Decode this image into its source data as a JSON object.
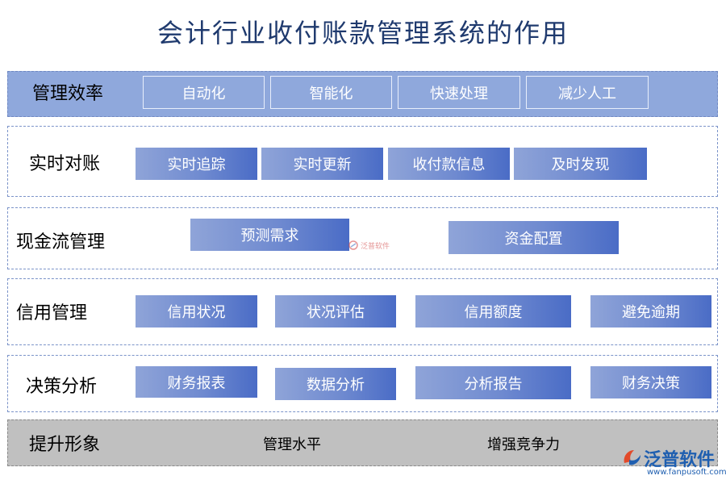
{
  "title": "会计行业收付账款管理系统的作用",
  "rows": [
    {
      "label": "管理效率",
      "items": [
        "自动化",
        "智能化",
        "快速处理",
        "减少人工"
      ]
    },
    {
      "label": "实时对账",
      "items": [
        "实时追踪",
        "实时更新",
        "收付款信息",
        "及时发现"
      ]
    },
    {
      "label": "现金流管理",
      "items": [
        "预测需求",
        "资金配置"
      ]
    },
    {
      "label": "信用管理",
      "items": [
        "信用状况",
        "状况评估",
        "信用额度",
        "避免逾期"
      ]
    },
    {
      "label": "决策分析",
      "items": [
        "财务报表",
        "数据分析",
        "分析报告",
        "财务决策"
      ]
    },
    {
      "label": "提升形象",
      "items": [
        "管理水平",
        "增强竞争力"
      ]
    }
  ],
  "watermark": "泛普软件",
  "logo": {
    "name": "泛普软件",
    "url": "www.fanpusoft.com"
  },
  "colors": {
    "title": "#1f3a6e",
    "chip_start": "#8fa4d8",
    "chip_end": "#4a6cc6",
    "row_fill": "#8fa8dc",
    "last_row": "#c0c0c0"
  }
}
